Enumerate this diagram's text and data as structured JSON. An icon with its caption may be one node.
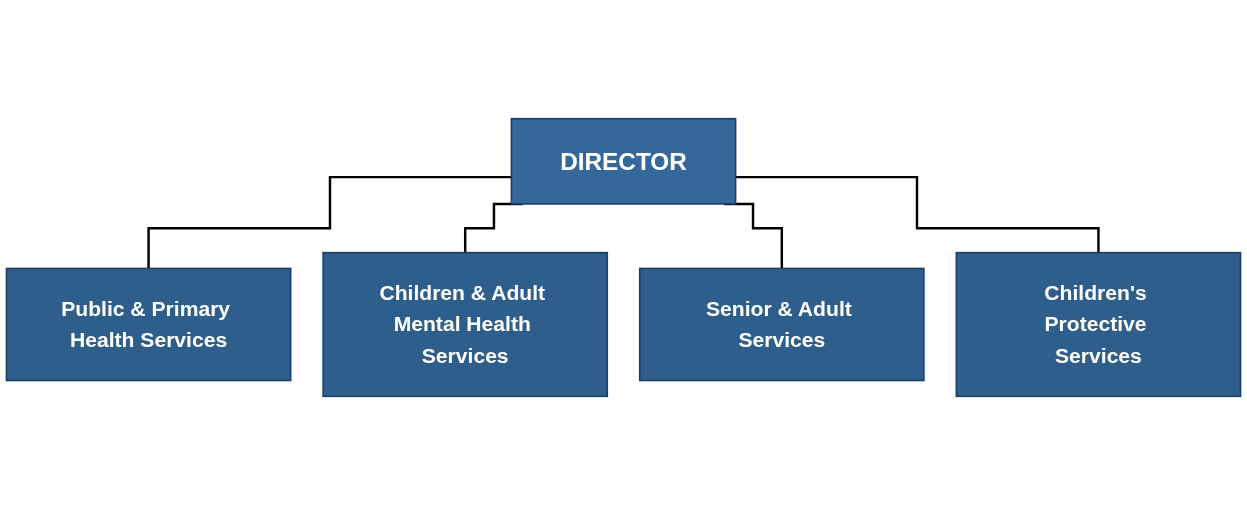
{
  "diagram": {
    "nodes": [
      {
        "text": [
          "DIRECTOR"
        ]
      },
      {
        "text": [
          "Public & Primary Health Services"
        ]
      },
      {
        "text": [
          "Children & Adult Mental Health Services"
        ]
      },
      {
        "text": [
          "Senior & Adult Services"
        ]
      },
      {
        "text": [
          "Children's Protective Services"
        ]
      }
    ],
    "edges": [
      {
        "from": 0,
        "to": 1,
        "arrow": "none"
      },
      {
        "from": 0,
        "to": 2,
        "arrow": "none"
      },
      {
        "from": 0,
        "to": 3,
        "arrow": "none"
      },
      {
        "from": 0,
        "to": 4,
        "arrow": "none"
      }
    ]
  }
}
